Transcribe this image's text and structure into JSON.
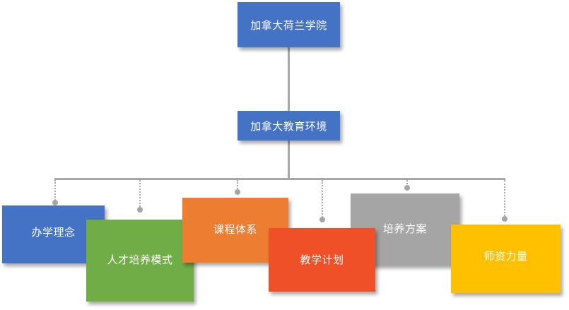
{
  "top_node": {
    "label": "加拿大荷兰学院",
    "color": "#4472c4"
  },
  "middle_node": {
    "label": "加拿大教育环境",
    "color": "#4472c4"
  },
  "children": [
    {
      "label": "办学理念",
      "color": "#4472c4"
    },
    {
      "label": "人才培养模式",
      "color": "#70ad47"
    },
    {
      "label": "课程体系",
      "color": "#ed7d31"
    },
    {
      "label": "教学计划",
      "color": "#f05028"
    },
    {
      "label": "培养方案",
      "color": "#a5a5a5"
    },
    {
      "label": "师资力量",
      "color": "#ffc000"
    }
  ],
  "connector_color": "#a6a6a6"
}
